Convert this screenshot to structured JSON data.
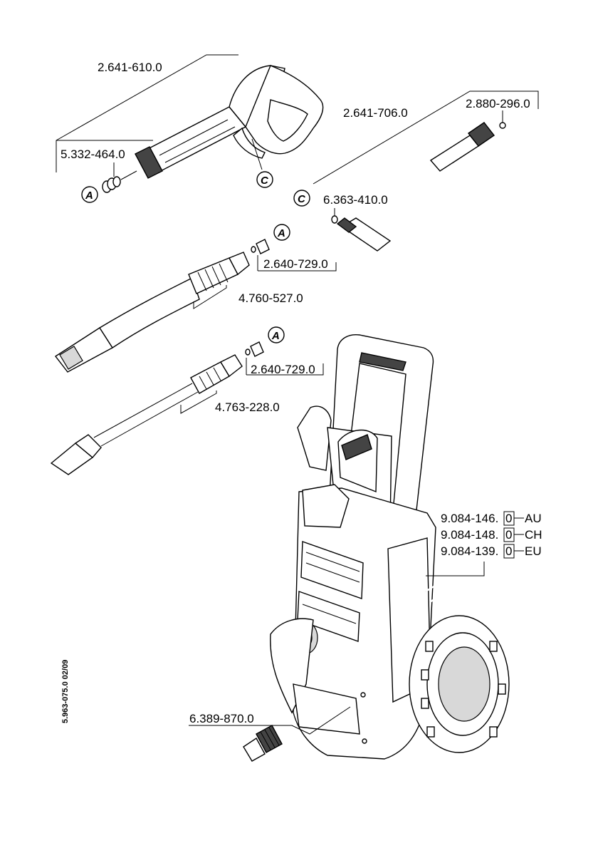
{
  "labels": {
    "gun": "2.641-610.0",
    "gun_seal": "5.332-464.0",
    "hose": "2.641-706.0",
    "hose_oring": "2.880-296.0",
    "hose_seal": "6.363-410.0",
    "lance1_seal": "2.640-729.0",
    "lance1": "4.760-527.0",
    "lance2_seal": "2.640-729.0",
    "lance2": "4.763-228.0",
    "machine_au_code": "9.084-146.",
    "machine_au_box": "0",
    "machine_au_suffix": "AU",
    "machine_ch_code": "9.084-148.",
    "machine_ch_box": "0",
    "machine_ch_suffix": "CH",
    "machine_eu_code": "9.084-139.",
    "machine_eu_box": "0",
    "machine_eu_suffix": "EU",
    "inlet": "6.389-870.0",
    "doc_number": "5.963-075.0  02/09"
  },
  "callouts": {
    "a": "A",
    "c": "C"
  },
  "colors": {
    "line": "#000000",
    "background": "#ffffff"
  }
}
